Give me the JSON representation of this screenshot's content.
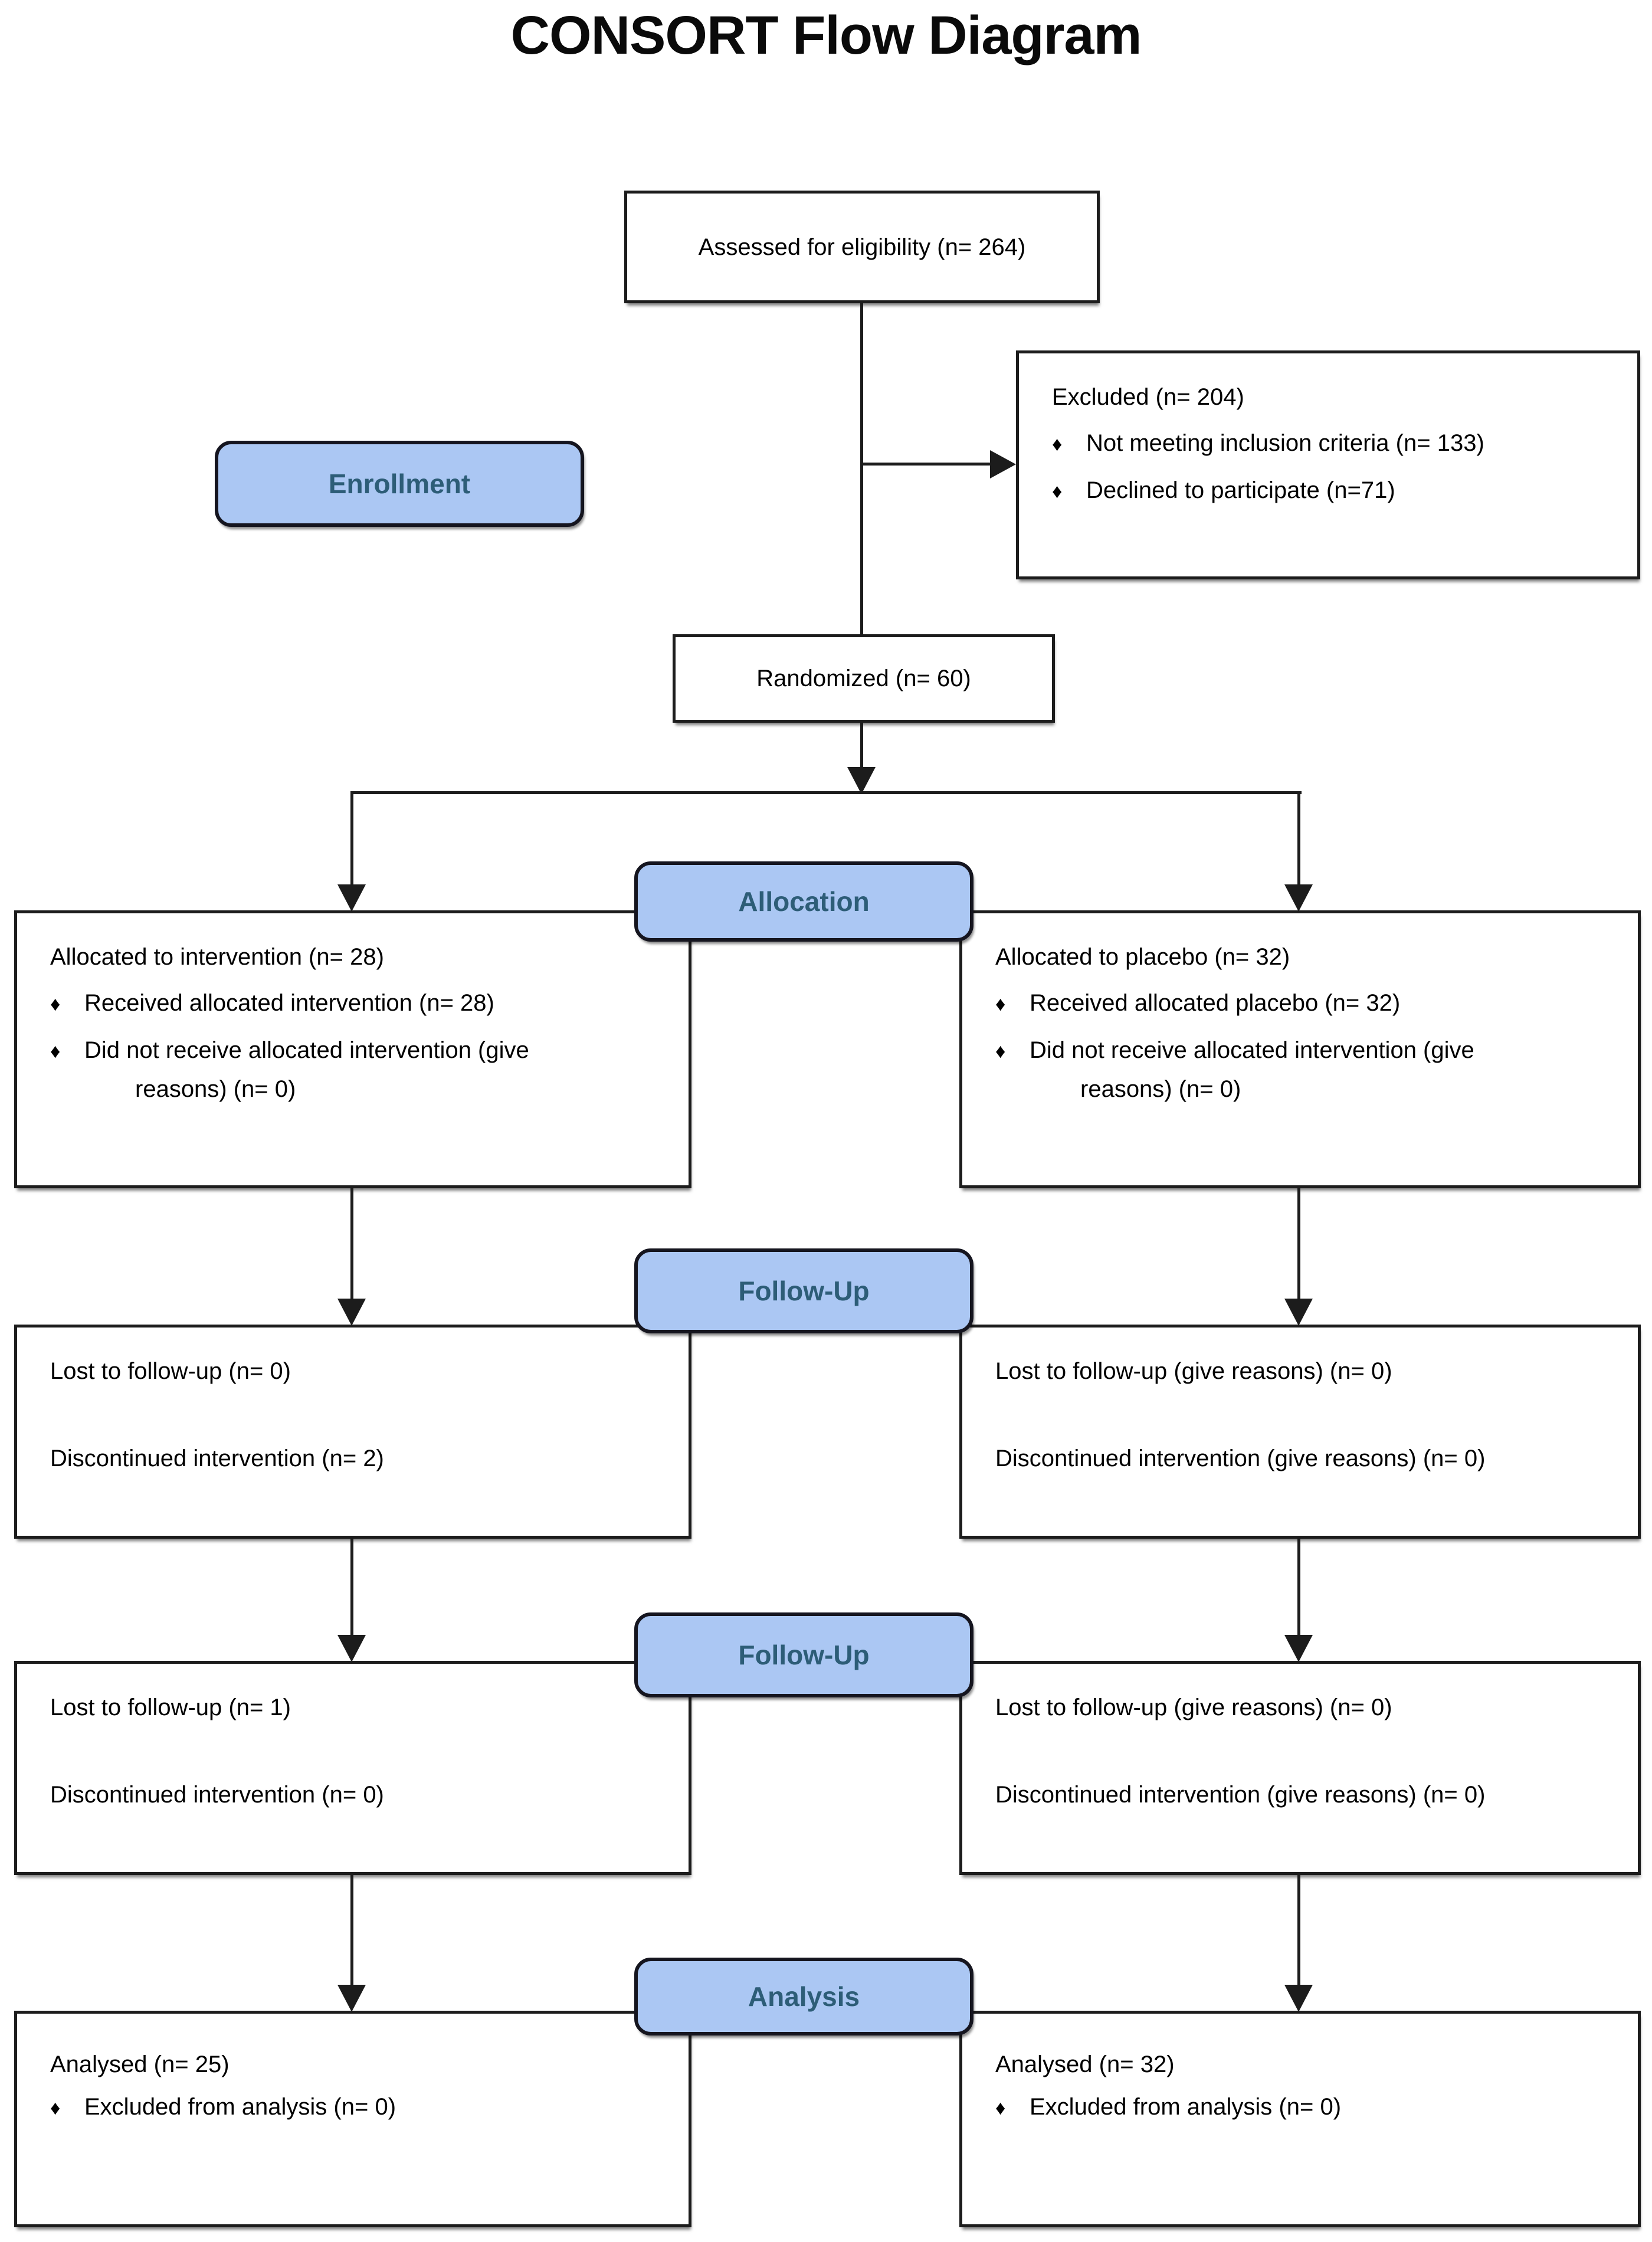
{
  "title": "CONSORT Flow Diagram",
  "glyphs": {
    "bullet": "♦"
  },
  "colors": {
    "background": "#ffffff",
    "box_border": "#1c1c1c",
    "connector_line": "#1c1c1c",
    "stage_pill_fill": "#abc7f3",
    "stage_pill_border": "#15151f",
    "stage_pill_text": "#2d5d77",
    "body_text": "#000000"
  },
  "stage_labels": {
    "enrollment": "Enrollment",
    "allocation": "Allocation",
    "followup_1": "Follow-Up",
    "followup_2": "Follow-Up",
    "analysis": "Analysis"
  },
  "boxes": {
    "assessed": {
      "text": "Assessed for eligibility (n= 264)"
    },
    "excluded": {
      "title": "Excluded (n= 204)",
      "bullet_1": "Not meeting inclusion criteria (n= 133)",
      "bullet_2": "Declined to participate (n=71)"
    },
    "randomized": {
      "text": "Randomized (n= 60)"
    },
    "allocation_left": {
      "title": "Allocated to intervention (n= 28)",
      "bullet_1": "Received allocated intervention (n= 28)",
      "bullet_2_line_1": "Did not receive allocated intervention (give",
      "bullet_2_line_2": "reasons) (n= 0)"
    },
    "allocation_right": {
      "title": "Allocated to placebo (n= 32)",
      "bullet_1": "Received allocated placebo (n= 32)",
      "bullet_2_line_1": "Did not receive allocated intervention (give",
      "bullet_2_line_2": "reasons) (n= 0)"
    },
    "followup_1_left": {
      "line_1": "Lost to follow-up (n= 0)",
      "line_2": "Discontinued intervention (n= 2)"
    },
    "followup_1_right": {
      "line_1": "Lost to follow-up (give reasons) (n= 0)",
      "line_2": "Discontinued intervention (give reasons) (n= 0)"
    },
    "followup_2_left": {
      "line_1": "Lost to follow-up (n= 1)",
      "line_2": "Discontinued intervention (n= 0)"
    },
    "followup_2_right": {
      "line_1": "Lost to follow-up (give reasons) (n= 0)",
      "line_2": "Discontinued intervention (give reasons) (n= 0)"
    },
    "analysis_left": {
      "title": "Analysed (n= 25)",
      "bullet": "Excluded from analysis (n= 0)"
    },
    "analysis_right": {
      "title": "Analysed (n= 32)",
      "bullet": "Excluded from analysis (n= 0)"
    }
  }
}
